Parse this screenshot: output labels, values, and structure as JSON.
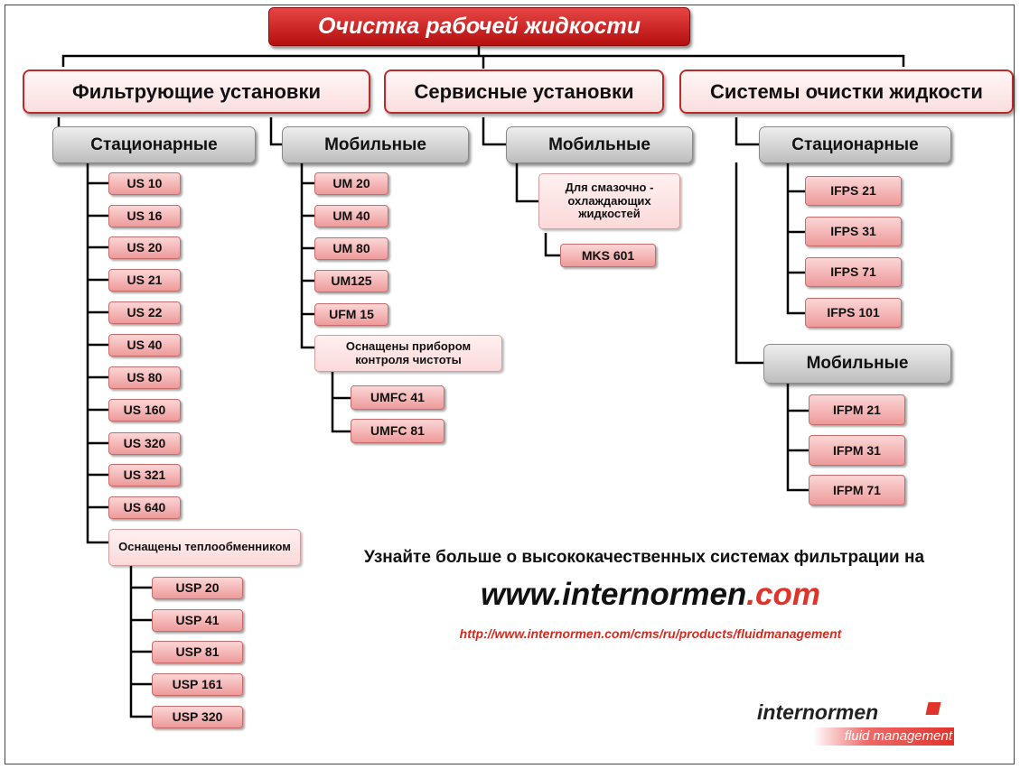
{
  "title": "Очистка рабочей жидкости",
  "categories": {
    "filter": "Фильтрующие установки",
    "service": "Сервисные установки",
    "systems": "Системы очистки жидкости"
  },
  "filter": {
    "stationary": {
      "label": "Стационарные",
      "items": [
        "US 10",
        "US 16",
        "US 20",
        "US 21",
        "US 22",
        "US 40",
        "US 80",
        "US 160",
        "US 320",
        "US 321",
        "US 640"
      ],
      "heat_exchanger_note": "Оснащены теплообменником",
      "heat_items": [
        "USP 20",
        "USP 41",
        "USP 81",
        "USP 161",
        "USP 320"
      ]
    },
    "mobile": {
      "label": "Мобильные",
      "items": [
        "UM 20",
        "UM 40",
        "UM 80",
        "UM125",
        "UFM 15"
      ],
      "monitor_note": "Оснащены прибором контроля чистоты",
      "monitor_items": [
        "UMFC 41",
        "UMFC 81"
      ]
    }
  },
  "service": {
    "mobile": {
      "label": "Мобильные",
      "coolant_note": "Для смазочно - охлаждающих жидкостей",
      "items": [
        "MKS 601"
      ]
    }
  },
  "systems": {
    "stationary": {
      "label": "Стационарные",
      "items": [
        "IFPS 21",
        "IFPS 31",
        "IFPS 71",
        "IFPS 101"
      ]
    },
    "mobile": {
      "label": "Мобильные",
      "items": [
        "IFPM 21",
        "IFPM 31",
        "IFPM 71"
      ]
    }
  },
  "promo": {
    "text": "Узнайте больше о высококачественных системах фильтрации на",
    "site_main": "www.internormen",
    "site_tld": ".com",
    "url": "http://www.internormen.com/cms/ru/products/fluidmanagement"
  },
  "logo": {
    "name": "internormen",
    "tagline": "fluid management"
  },
  "colors": {
    "brand_red": "#e0332a",
    "title_red": "#c41818",
    "item_pink": "#f4b3b3",
    "group_gray": "#d0d0d0"
  }
}
